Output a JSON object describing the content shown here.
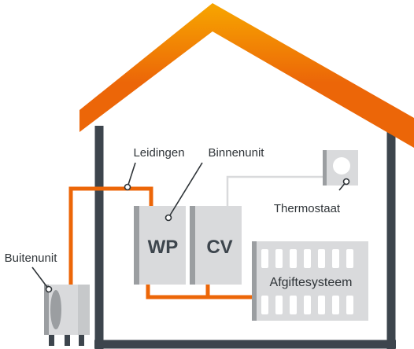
{
  "labels": {
    "leidingen": "Leidingen",
    "binnenunit": "Binnenunit",
    "thermostaat": "Thermostaat",
    "buitenunit": "Buitenunit",
    "wp": "WP",
    "cv": "CV",
    "afgiftesysteem": "Afgiftesysteem"
  },
  "colors": {
    "roof_start": "#f7a600",
    "roof_end": "#ec6608",
    "pipe": "#ec6608",
    "wall": "#3d454d",
    "unit": "#d9dadc",
    "unit_dark": "#9b9ea1",
    "pointer": "#2f3438"
  }
}
